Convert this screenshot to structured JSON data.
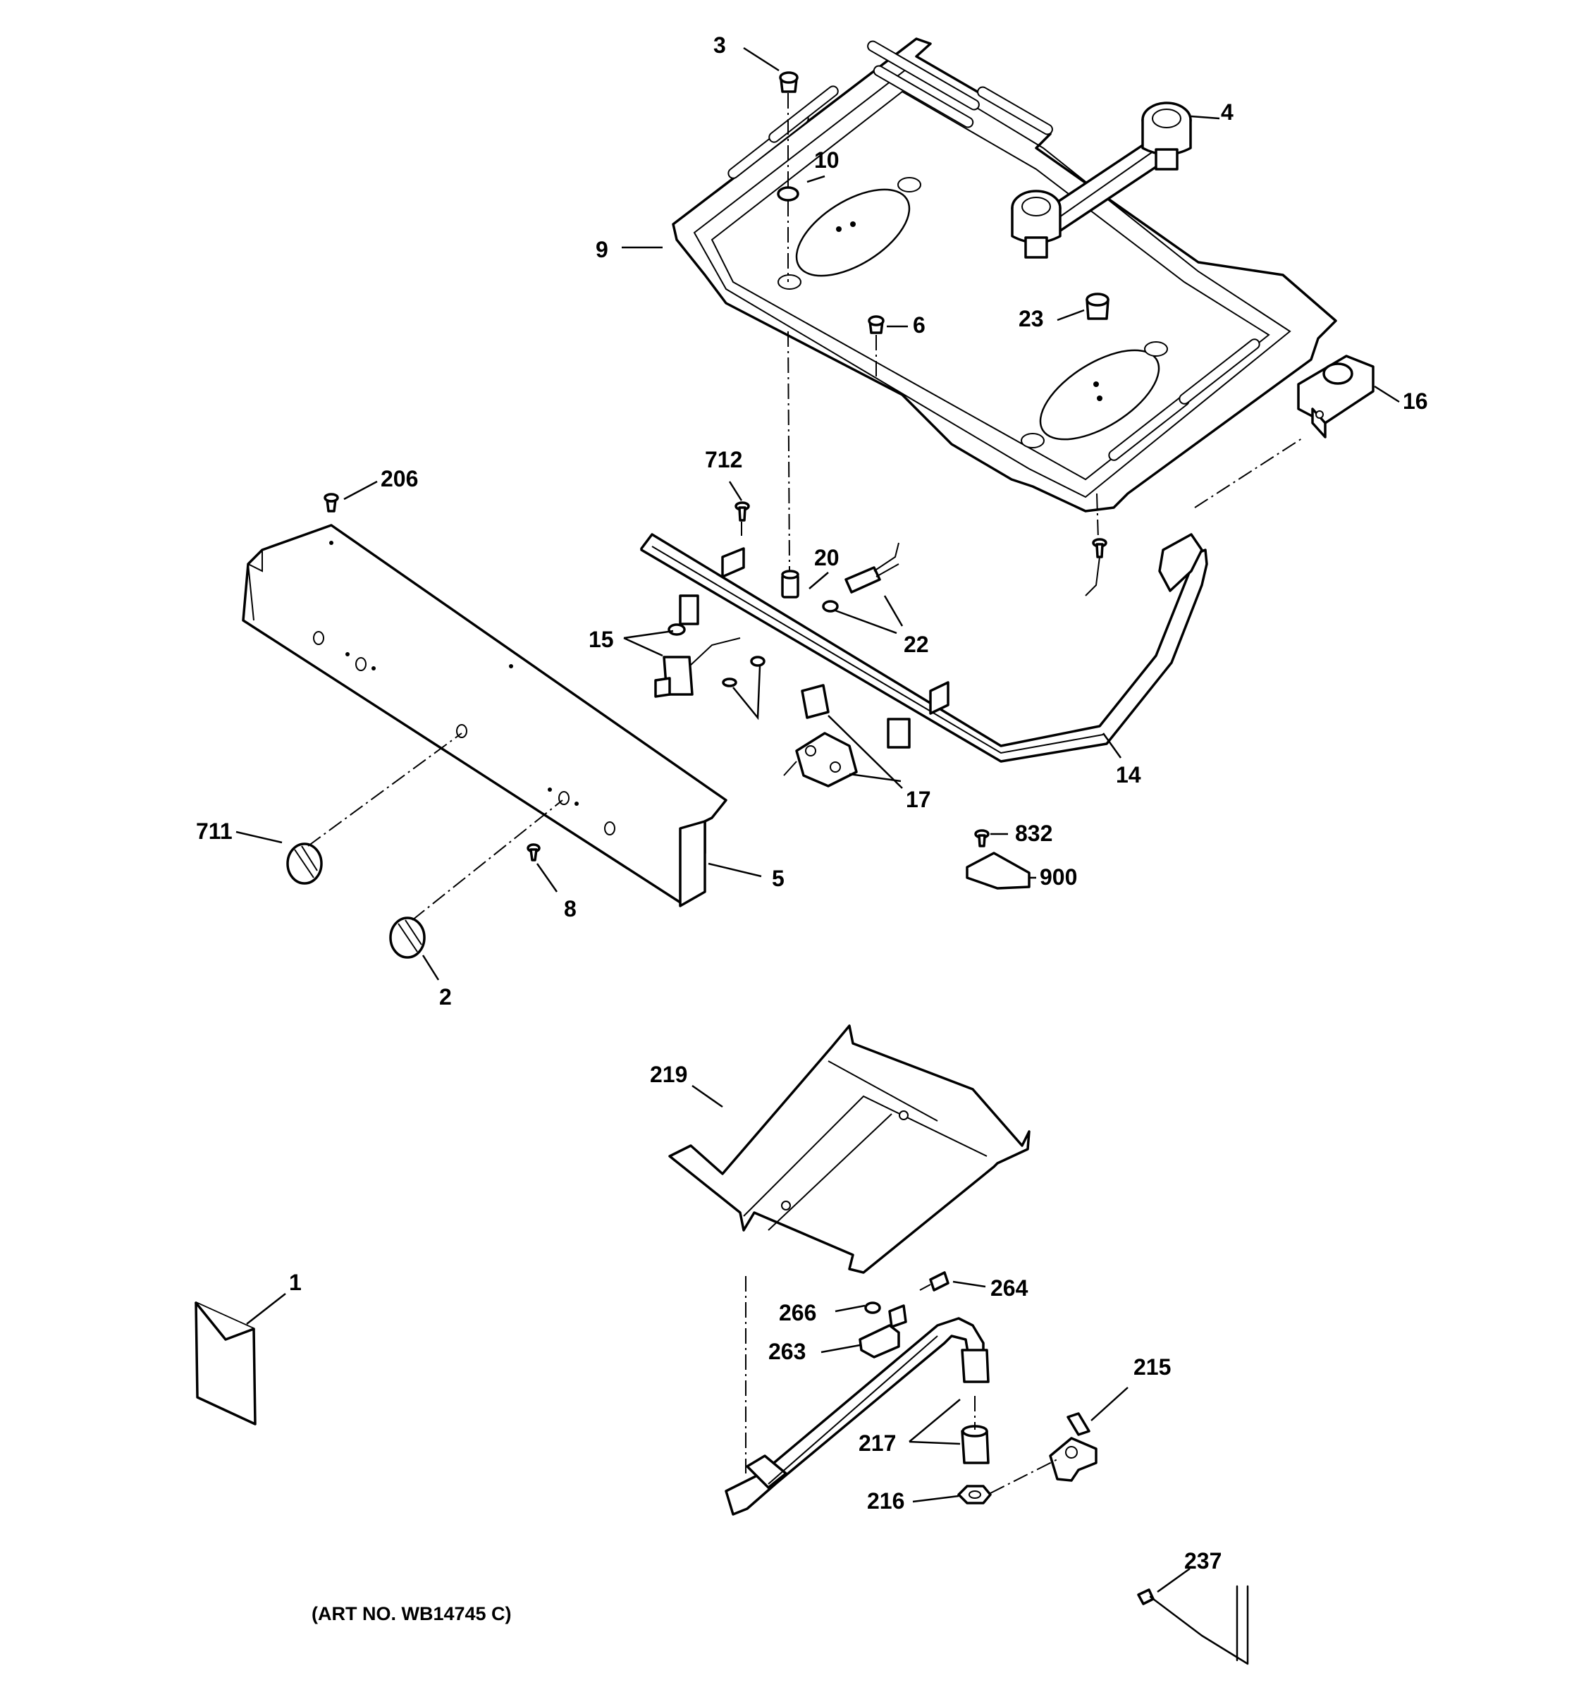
{
  "diagram": {
    "art_number": "(ART NO. WB14745 C)",
    "callouts": {
      "c1": "1",
      "c2": "2",
      "c3": "3",
      "c4": "4",
      "c5": "5",
      "c6": "6",
      "c8": "8",
      "c9": "9",
      "c10": "10",
      "c14": "14",
      "c15": "15",
      "c16": "16",
      "c17": "17",
      "c20": "20",
      "c22": "22",
      "c23": "23",
      "c206": "206",
      "c215": "215",
      "c216": "216",
      "c217": "217",
      "c219": "219",
      "c237": "237",
      "c263": "263",
      "c264": "264",
      "c266": "266",
      "c711": "711",
      "c712": "712",
      "c832": "832",
      "c900": "900"
    }
  }
}
